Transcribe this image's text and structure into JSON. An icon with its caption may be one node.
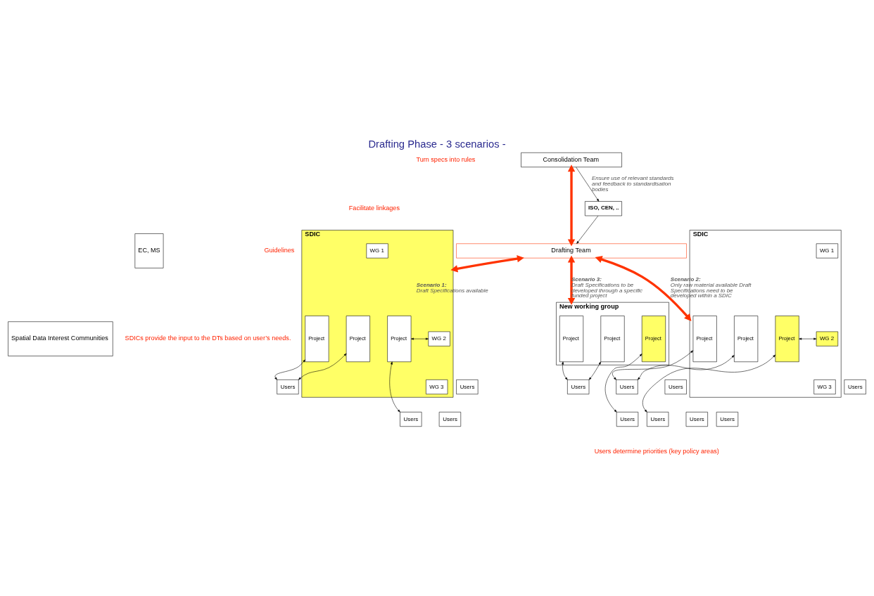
{
  "diagram": {
    "title": "Drafting Phase - 3 scenarios -",
    "nodes": [
      {
        "text": [
          "EC, MS"
        ]
      },
      {
        "text": [
          "Spatial Data Interest Communities"
        ]
      },
      {
        "text": [
          "Consolidation Team"
        ]
      },
      {
        "text": [
          "ISO, CEN, .."
        ]
      },
      {
        "text": [
          "Drafting Team"
        ]
      },
      {
        "text": [
          "SDIC"
        ]
      },
      {
        "text": [
          "Project"
        ],
        "in": 5
      },
      {
        "text": [
          "Project"
        ],
        "in": 5
      },
      {
        "text": [
          "Project"
        ],
        "in": 5
      },
      {
        "text": [
          "WG 1"
        ],
        "in": 5
      },
      {
        "text": [
          "WG 2"
        ],
        "in": 5
      },
      {
        "text": [
          "WG 3"
        ],
        "in": 5
      },
      {
        "text": [
          "SDIC"
        ]
      },
      {
        "text": [
          "Project"
        ],
        "in": 12
      },
      {
        "text": [
          "Project"
        ],
        "in": 12
      },
      {
        "text": [
          "Project"
        ],
        "in": 12
      },
      {
        "text": [
          "WG 1"
        ],
        "in": 12
      },
      {
        "text": [
          "WG 2"
        ],
        "in": 12
      },
      {
        "text": [
          "WG 3"
        ],
        "in": 12
      },
      {
        "text": [
          "New working group"
        ]
      },
      {
        "text": [
          "Project"
        ],
        "in": 19
      },
      {
        "text": [
          "Project"
        ],
        "in": 19
      },
      {
        "text": [
          "Project"
        ],
        "in": 19
      },
      {
        "text": [
          "Users"
        ]
      },
      {
        "text": [
          "Users"
        ]
      },
      {
        "text": [
          "Users"
        ]
      },
      {
        "text": [
          "Users"
        ]
      },
      {
        "text": [
          "Users"
        ]
      },
      {
        "text": [
          "Users"
        ]
      },
      {
        "text": [
          "Users"
        ]
      },
      {
        "text": [
          "Users"
        ]
      },
      {
        "text": [
          "Users"
        ]
      },
      {
        "text": [
          "Users"
        ]
      },
      {
        "text": [
          "Users"
        ]
      },
      {
        "text": [
          "Users"
        ]
      }
    ],
    "edges": [
      {
        "from": 2,
        "to": 4,
        "arrow": "both",
        "style": "thick",
        "color": "#ff3300"
      },
      {
        "from": 4,
        "to": 5,
        "arrow": "both",
        "style": "thick",
        "color": "#ff3300",
        "label": "**Scenario 1:** Draft Specifications available"
      },
      {
        "from": 4,
        "to": 12,
        "arrow": "both",
        "style": "thick",
        "color": "#ff3300",
        "label": "**Scenario 2:** Only raw material available Draft Specifications need to be developed within a SDIC"
      },
      {
        "from": 4,
        "to": 19,
        "arrow": "both",
        "style": "thick",
        "color": "#ff3300",
        "label": "**Scenario 3:** Draft Specifications to be developed through a specific funded project"
      },
      {
        "from": 2,
        "to": 3,
        "arrow": "to",
        "label": "Ensure use of relevant standards and feedback to standardisation bodies"
      },
      {
        "from": 3,
        "to": 4,
        "arrow": "to"
      },
      {
        "from": 8,
        "to": 10,
        "arrow": "both"
      },
      {
        "from": 15,
        "to": 17,
        "arrow": "both"
      },
      {
        "from": 6,
        "to": 23,
        "arrow": "both"
      },
      {
        "from": 7,
        "to": 23,
        "arrow": "both"
      },
      {
        "from": 8,
        "to": 25,
        "arrow": "both"
      },
      {
        "from": 13,
        "to": 27,
        "arrow": "both"
      },
      {
        "from": 14,
        "to": 27,
        "arrow": "both"
      },
      {
        "from": 15,
        "to": 29,
        "arrow": "both"
      },
      {
        "from": 20,
        "to": 31,
        "arrow": "both"
      },
      {
        "from": 21,
        "to": 31,
        "arrow": "both"
      },
      {
        "from": 22,
        "to": 33,
        "arrow": "both"
      }
    ],
    "labels": [
      "Turn specs into rules",
      "Facilitate linkages",
      "Guidelines",
      "SDICs provide the input to the DTs based on user’s needs.",
      "Users determine priorities (key policy areas)"
    ]
  }
}
